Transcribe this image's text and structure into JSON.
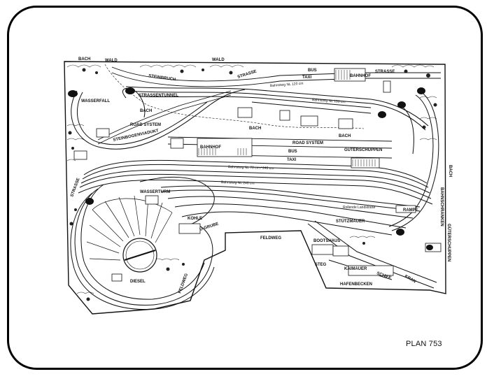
{
  "plan_id": "PLAN 753",
  "labels": {
    "bach_tl": "BACH",
    "wald_tl": "WALD",
    "wald_top": "WALD",
    "steinbruch": "STEINBRUCH",
    "strassentunnel": "STRASSENTUNNEL",
    "wasserfall": "WASSERFALL",
    "bach_mid": "BACH",
    "road_system_1": "ROAD SYSTEM",
    "steinbogenviadukt": "STEINBOGENVIADUKT",
    "strasse_top": "STRASSE",
    "bus_top": "BUS",
    "taxi_top": "TAXI",
    "bahnsteig_120": "Bahnsteig NL 120 cm",
    "bahnhof_top": "BAHNHOF",
    "strasse_right": "STRASSE",
    "bahnsteig_100": "Bahnsteig NL 100 cm",
    "bach_center": "BACH",
    "bach_right": "BACH",
    "road_system_2": "ROAD SYSTEM",
    "bus_center": "BUS",
    "taxi_center": "TAXI",
    "gueterschuppen_1": "GÜTERSCHUPPEN",
    "bahnhof_center": "BAHNHOF",
    "bahnsteig_70_240": "Bahnsteig NL 70 cm / 240 cm",
    "bahnsteig_240": "Bahnsteig NL 240 cm",
    "strasse_left": "STRASSE",
    "wasserturm": "WASSERTURM",
    "bach_right_edge": "BACH",
    "bahnschranken": "BAHNSCHRANKEN",
    "kohle": "KOHLE",
    "u_grube": "U-GRUBE",
    "rollende_landstrasse": "Rollende Landstraße",
    "rampe": "RAMPE",
    "stuetzmauer": "STÜTZMAUER",
    "gueterschuppen_2": "GÜTERSCHUPPEN",
    "feldweg": "FELDWEG",
    "bootshaus": "BOOTSHAUS",
    "steg": "STEG",
    "diesel": "DIESEL",
    "feldweg_2": "FELDWEG",
    "kaimauer": "KAIMAUER",
    "schiff": "SCHIFF",
    "kran": "KRAN",
    "hafenbecken": "HAFENBECKEN"
  },
  "colors": {
    "ink": "#111111",
    "paper": "#ffffff",
    "frame": "#000000"
  }
}
